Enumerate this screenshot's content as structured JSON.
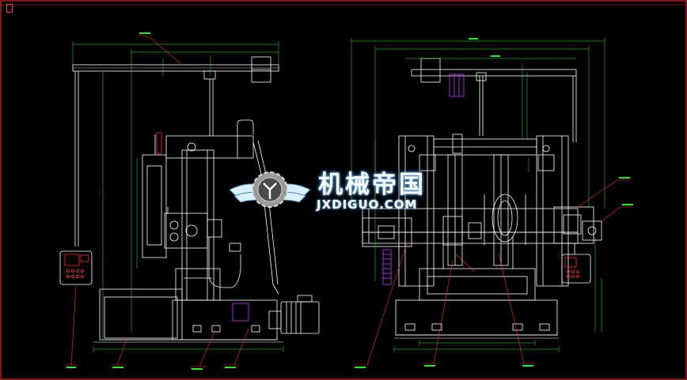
{
  "title_block_label": "",
  "watermark": {
    "chinese": "机械帝国",
    "english": "JXDIGUO.COM"
  },
  "colors": {
    "background": "#000000",
    "frame": "#ff2a2a",
    "geometry": "#ffffff",
    "dimension": "#22ee22",
    "leader": "#ff2a2a",
    "accent": "#cc33ff",
    "watermark_glow": "#2a77c9"
  },
  "views": [
    "side-elevation",
    "front-elevation"
  ]
}
